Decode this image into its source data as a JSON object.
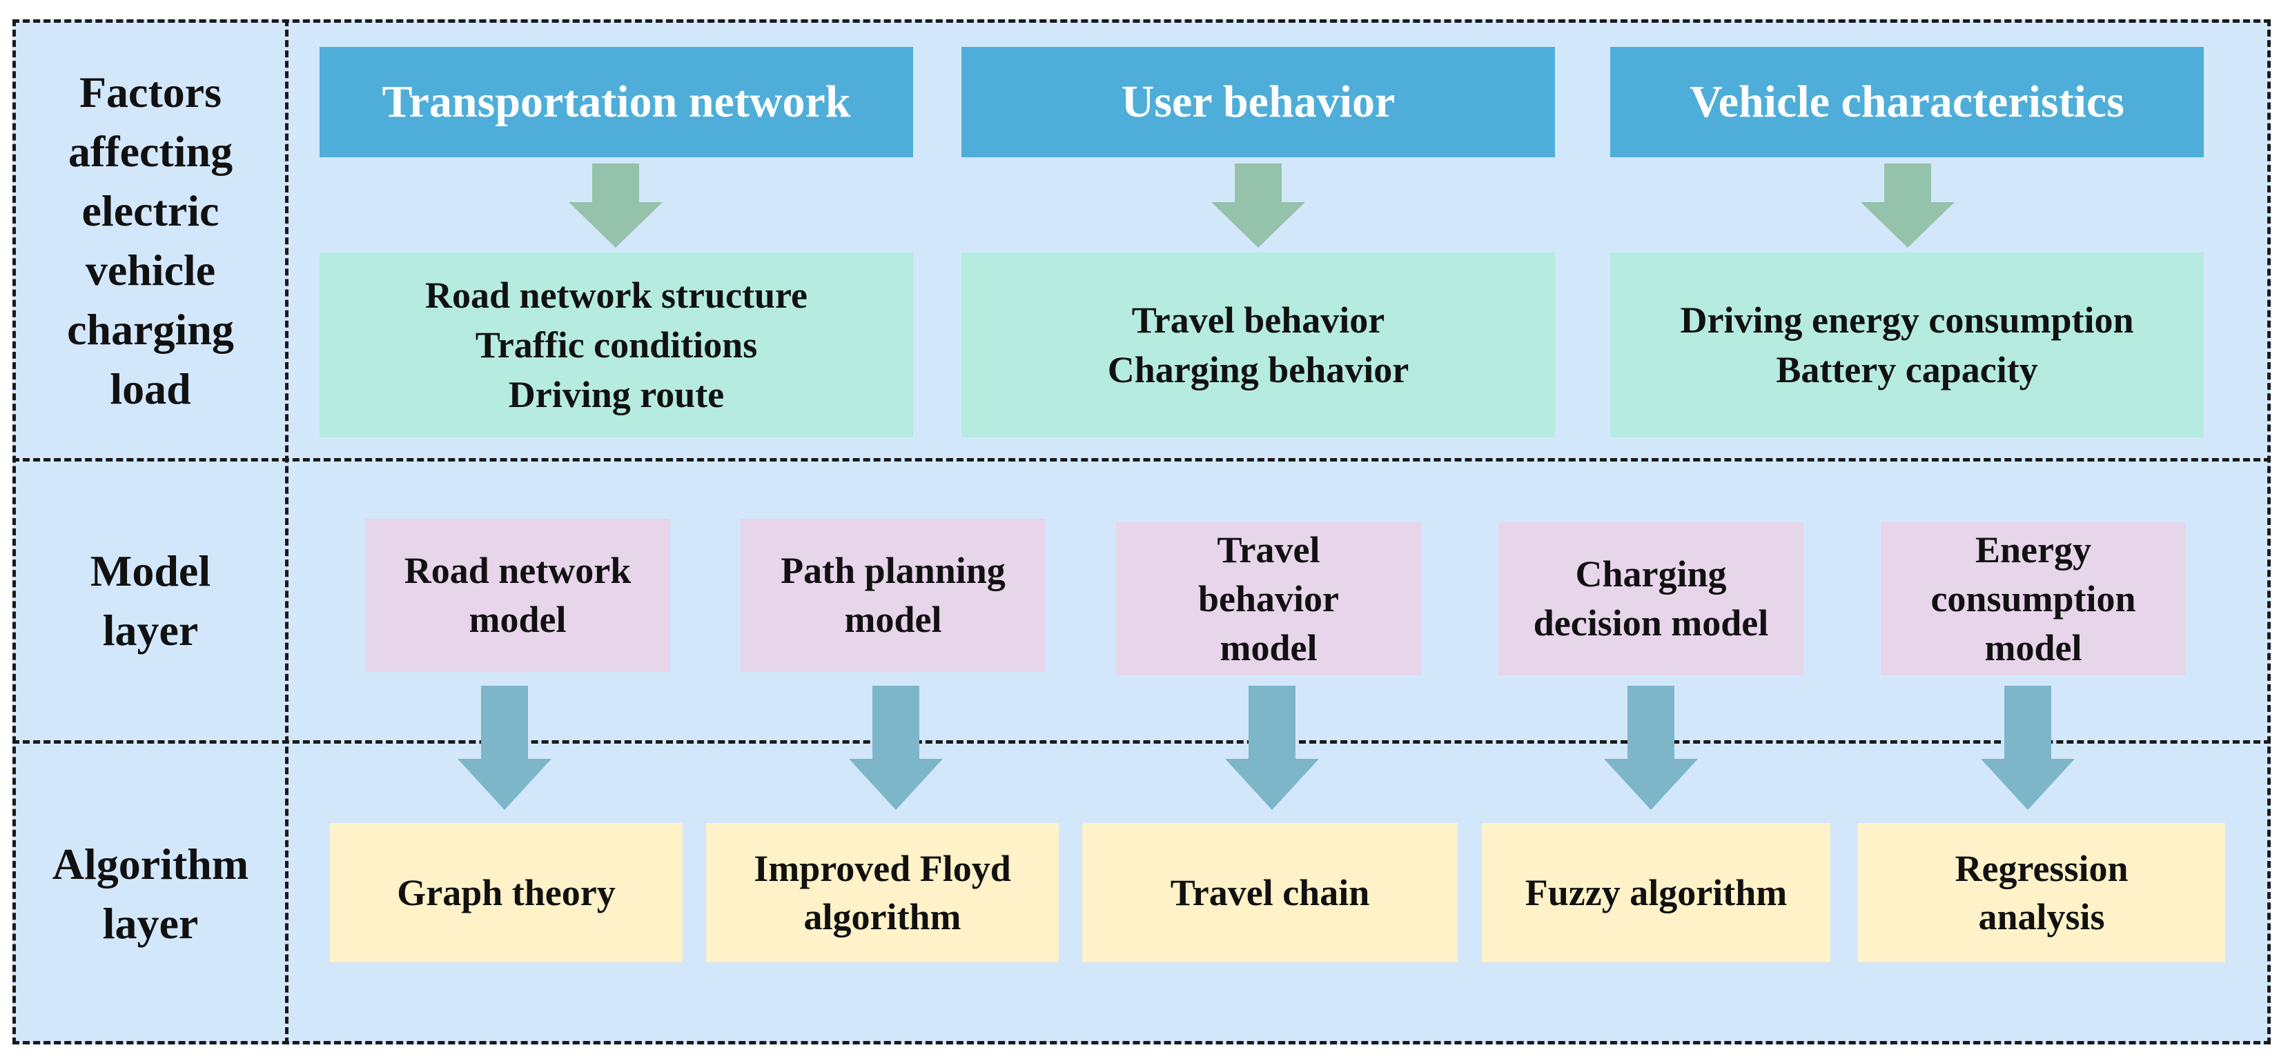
{
  "colors": {
    "background": "#d3e7fb",
    "header": "#4eaed9",
    "factor": "#b6ebe0",
    "model": "#e7d5ea",
    "algorithm": "#fff1c8",
    "arrow_green": "#94c2ab",
    "arrow_blue": "#7db5c9"
  },
  "rows": {
    "factors": "Factors\naffecting\nelectric\nvehicle\ncharging\nload",
    "model": "Model\nlayer",
    "algorithm": "Algorithm\nlayer"
  },
  "factor_groups": [
    {
      "header": "Transportation network",
      "items": "Road network structure\nTraffic conditions\nDriving route"
    },
    {
      "header": "User behavior",
      "items": "Travel behavior\nCharging behavior"
    },
    {
      "header": "Vehicle characteristics",
      "items": "Driving energy consumption\nBattery capacity"
    }
  ],
  "models": [
    "Road network\nmodel",
    "Path planning\nmodel",
    "Travel\nbehavior\nmodel",
    "Charging\ndecision model",
    "Energy\nconsumption\nmodel"
  ],
  "algorithms": [
    "Graph theory",
    "Improved Floyd\nalgorithm",
    "Travel chain",
    "Fuzzy algorithm",
    "Regression\nanalysis"
  ]
}
